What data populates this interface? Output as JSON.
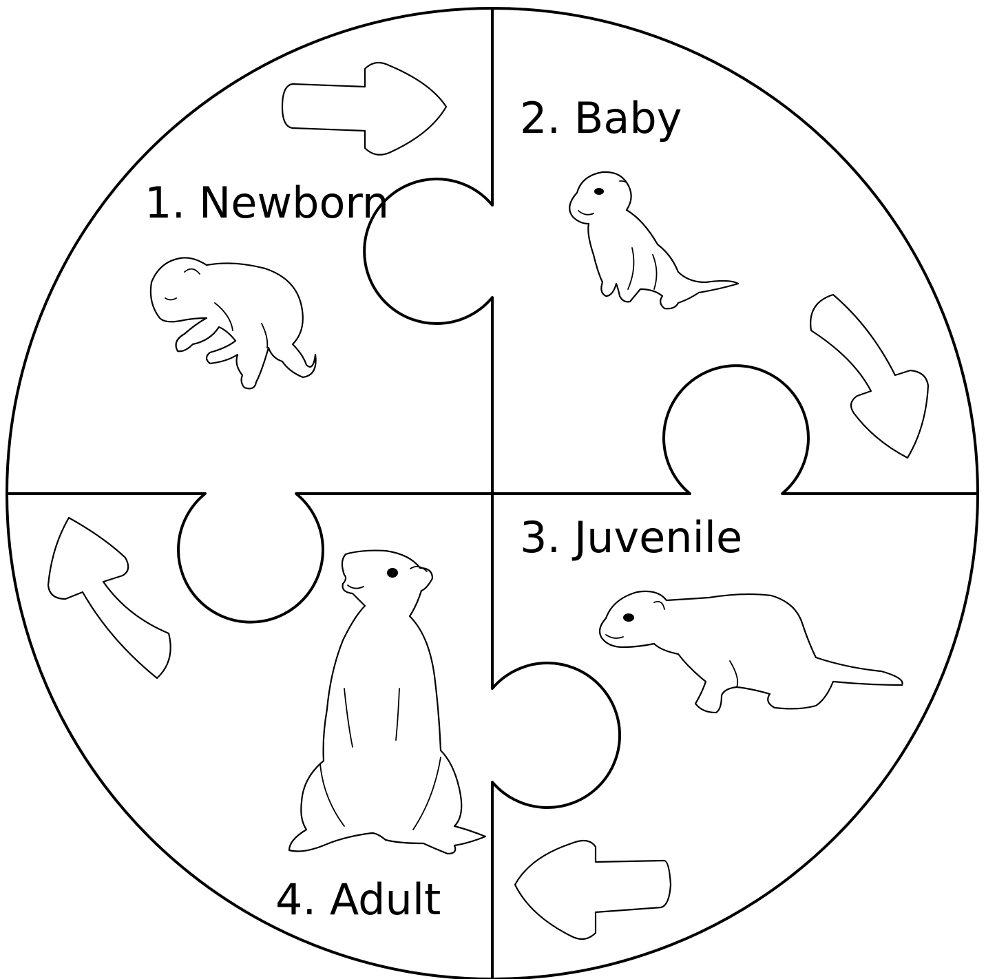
{
  "stages": [
    {
      "id": "newborn",
      "label": "1. Newborn"
    },
    {
      "id": "baby",
      "label": "2. Baby"
    },
    {
      "id": "juvenile",
      "label": "3. Juvenile"
    },
    {
      "id": "adult",
      "label": "4. Adult"
    }
  ],
  "icons": {
    "arrows": [
      "arrow-right-icon",
      "arrow-down-right-icon",
      "arrow-left-icon",
      "arrow-up-left-icon"
    ]
  }
}
